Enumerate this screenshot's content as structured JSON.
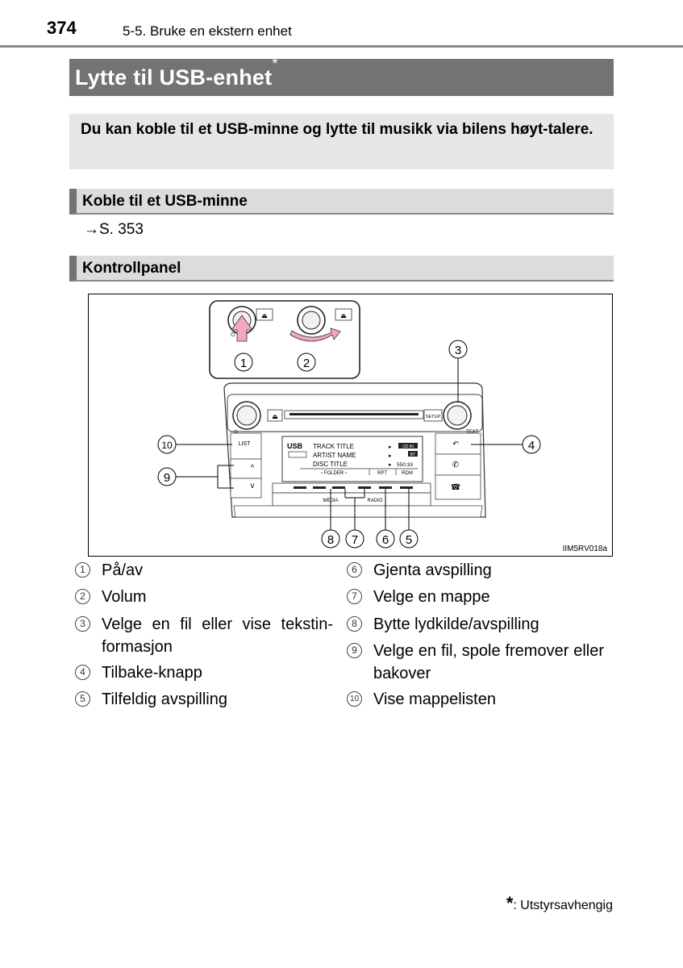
{
  "header": {
    "page_number": "374",
    "section": "5-5. Bruke en ekstern enhet"
  },
  "title": {
    "text": "Lytte til USB-enhet",
    "marker": "*"
  },
  "intro": "Du kan koble til et USB-minne og lytte til musikk via bilens høyt-talere.",
  "connect": {
    "heading": "Koble til et USB-minne",
    "reference": "→S. 353"
  },
  "control_panel": {
    "heading": "Kontrollpanel"
  },
  "figure": {
    "code": "IIM5RV018a",
    "callouts": [
      "1",
      "2",
      "3",
      "4",
      "5",
      "6",
      "7",
      "8",
      "9",
      "10"
    ],
    "display": {
      "source": "USB",
      "line1": "TRACK TITLE",
      "line2": "ARTIST NAME",
      "line3": "DISC TITLE",
      "time": "550:33",
      "badge_top": "CD IN",
      "badge_bt": "BT",
      "soft_folder": "FOLDER",
      "soft_rpt": "RPT",
      "soft_rdm": "RDM"
    },
    "buttons": {
      "list": "LIST",
      "setup": "SETUP",
      "text": "TEXT",
      "media": "MEDIA",
      "radio": "RADIO"
    }
  },
  "legend": [
    {
      "num": "1",
      "label": "På/av"
    },
    {
      "num": "2",
      "label": "Volum"
    },
    {
      "num": "3",
      "label": "Velge en fil eller vise tekstin-formasjon"
    },
    {
      "num": "4",
      "label": "Tilbake-knapp"
    },
    {
      "num": "5",
      "label": "Tilfeldig avspilling"
    },
    {
      "num": "6",
      "label": "Gjenta avspilling"
    },
    {
      "num": "7",
      "label": "Velge en mappe"
    },
    {
      "num": "8",
      "label": "Bytte lydkilde/avspilling"
    },
    {
      "num": "9",
      "label": "Velge en fil, spole fremover eller bakover"
    },
    {
      "num": "10",
      "label": "Vise mappelisten"
    }
  ],
  "footnote": {
    "marker": "*",
    "text": ": Utstyrsavhengig"
  }
}
